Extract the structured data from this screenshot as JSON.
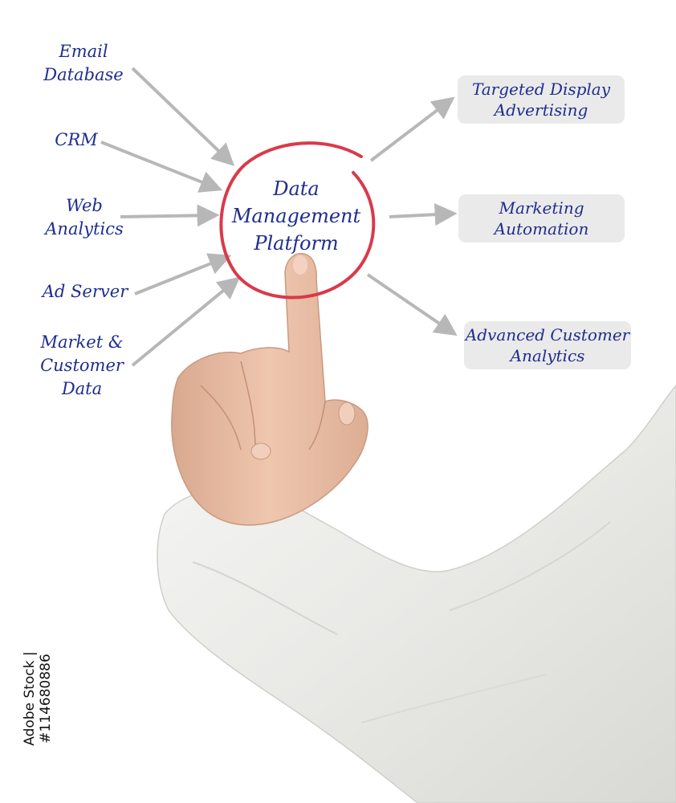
{
  "diagram": {
    "center": {
      "title": "Data\nManagement\nPlatform",
      "ring_color": "#d93a4a"
    },
    "inputs": [
      {
        "label": "Email\nDatabase"
      },
      {
        "label": "CRM"
      },
      {
        "label": "Web\nAnalytics"
      },
      {
        "label": "Ad Server"
      },
      {
        "label": "Market &\nCustomer\nData"
      }
    ],
    "outputs": [
      {
        "label": "Targeted Display\nAdvertising"
      },
      {
        "label": "Marketing\nAutomation"
      },
      {
        "label": "Advanced Customer\nAnalytics"
      }
    ],
    "text_color": "#1f2d8f",
    "arrow_color": "#b7b7b7",
    "box_color": "#eaeaea"
  },
  "photo": {
    "subject": "hand-pointing-finger"
  },
  "watermark": {
    "stock_id": "Adobe Stock | #114680886"
  }
}
